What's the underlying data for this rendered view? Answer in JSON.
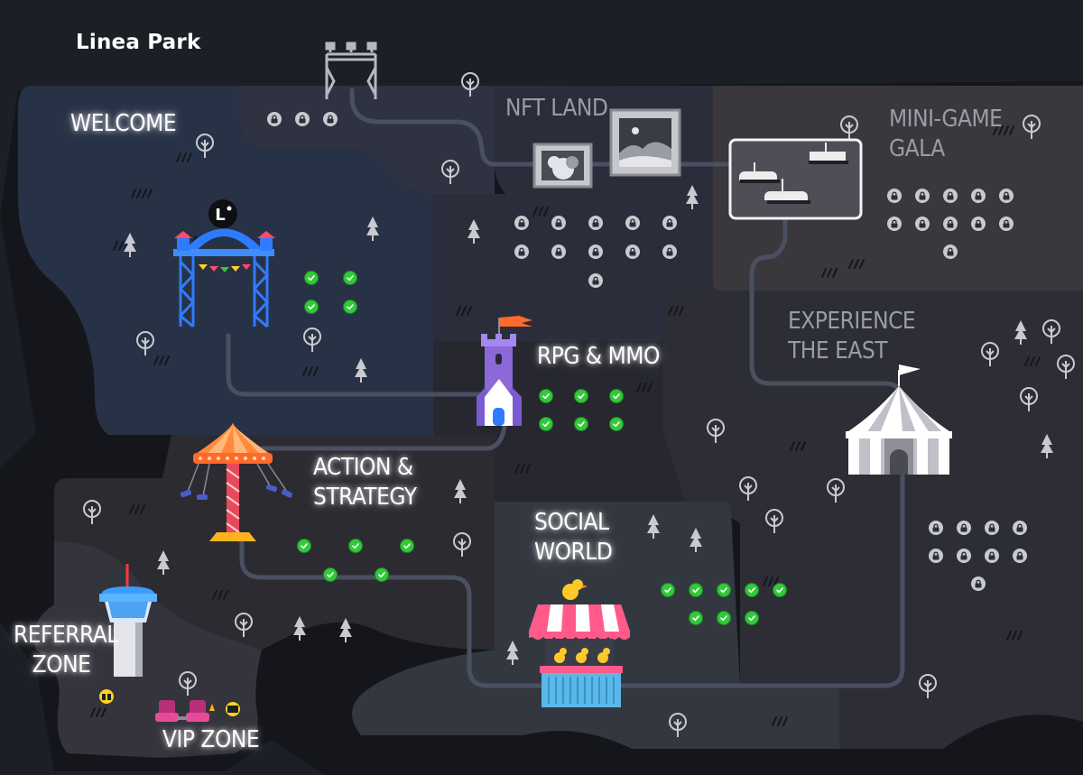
{
  "map": {
    "title": "Linea Park",
    "colors": {
      "background": "#1d1f27",
      "completed": "#33c93a",
      "locked": "#c9cacf",
      "path": "#4a5061"
    },
    "zones": {
      "welcome": {
        "label": "WELCOME",
        "state": "unlocked",
        "completed": 4,
        "locked": 0
      },
      "nft_land": {
        "label": "NFT LAND",
        "state": "locked",
        "completed": 0,
        "locked": 11
      },
      "mini_game_gala": {
        "label": "MINI-GAME\nGALA",
        "state": "locked",
        "completed": 0,
        "locked": 11
      },
      "rpg_mmo": {
        "label": "RPG & MMO",
        "state": "unlocked",
        "completed": 6,
        "locked": 0
      },
      "experience_the_east": {
        "label": "EXPERIENCE\nTHE EAST",
        "state": "locked",
        "completed": 0,
        "locked": 9
      },
      "action_strategy": {
        "label": "ACTION &\nSTRATEGY",
        "state": "unlocked",
        "completed": 5,
        "locked": 0
      },
      "social_world": {
        "label": "SOCIAL\nWORLD",
        "state": "unlocked",
        "completed": 8,
        "locked": 0
      },
      "referral_zone": {
        "label": "REFERRAL\nZONE",
        "state": "unlocked",
        "completed": 0,
        "locked": 0
      },
      "vip_zone": {
        "label": "VIP ZONE",
        "state": "unlocked",
        "completed": 0,
        "locked": 0
      }
    },
    "logo_letter": "L"
  }
}
